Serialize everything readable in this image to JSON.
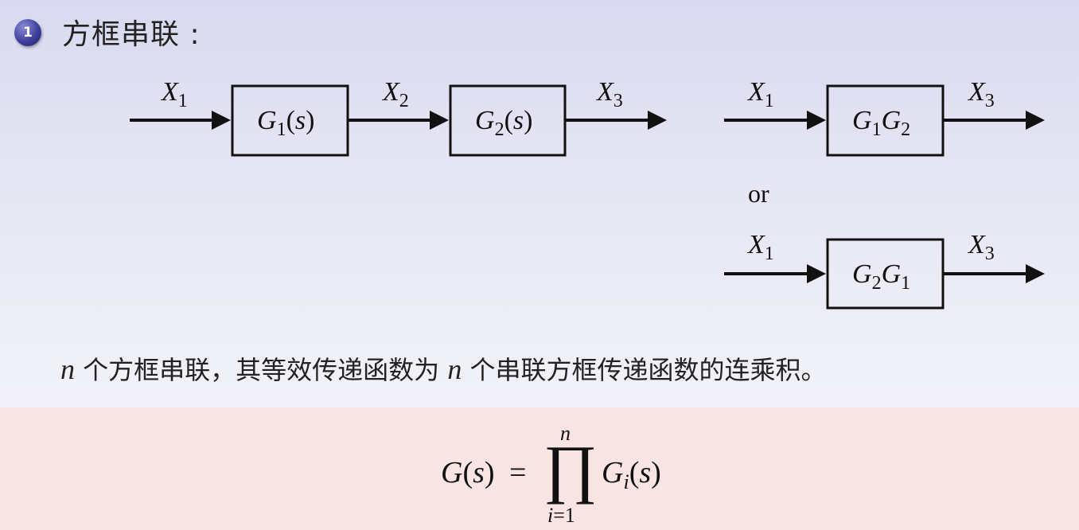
{
  "slide": {
    "bullet_number": "1",
    "heading": "方框串联 :",
    "note": {
      "var1": "n",
      "text1": " 个方框串联，其等效传递函数为 ",
      "var2": "n",
      "text2": " 个串联方框传递函数的连乘积。"
    }
  },
  "diagram": {
    "series_chain": {
      "input_signal": "X1",
      "block1": "G1(s)",
      "intermediate_signal": "X2",
      "block2": "G2(s)",
      "output_signal": "X3"
    },
    "equivalent_a": {
      "input_signal": "X1",
      "block": "G1G2",
      "output_signal": "X3"
    },
    "separator": "or",
    "equivalent_b": {
      "input_signal": "X1",
      "block": "G2G1",
      "output_signal": "X3"
    }
  },
  "formula": {
    "lhs": "G(s)",
    "equals": "=",
    "operator": "∏",
    "upper_limit": "n",
    "lower_limit": "i=1",
    "term": "Gi(s)"
  },
  "colors": {
    "header_gradient_top": "#d9d9f0",
    "formula_background": "#f9e4e4",
    "bullet": "#3f3f9c"
  }
}
